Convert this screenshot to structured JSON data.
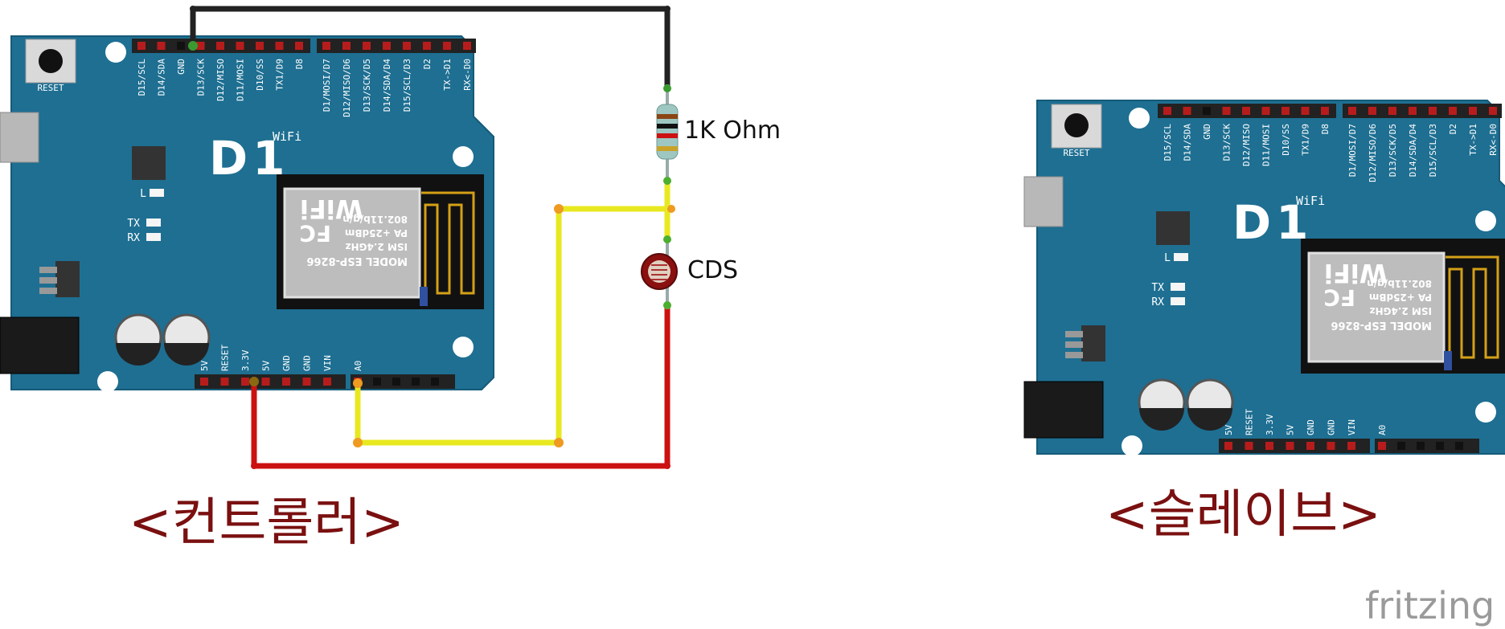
{
  "colors": {
    "board": "#1e6f92",
    "board_edge": "#165a78",
    "wire_black": "#222222",
    "wire_yellow": "#e8e820",
    "wire_red": "#cc1111",
    "caption": "#7a1010",
    "header_pin": "#b71c1c"
  },
  "controller": {
    "reset_label": "RESET",
    "logo": "D1",
    "logo_sub": "WiFi",
    "led_l": "L",
    "led_tx": "TX",
    "led_rx": "RX",
    "top_pins_left": [
      "D15/SCL",
      "D14/SDA",
      "GND",
      "D13/SCK",
      "D12/MISO",
      "D11/MOSI",
      "D10/SS",
      "TX1/D9",
      "D8"
    ],
    "top_pins_right": [
      "D1/MOSI/D7",
      "D12/MISO/D6",
      "D13/SCK/D5",
      "D14/SDA/D4",
      "D15/SCL/D3",
      "D2",
      "TX->D1",
      "RX<-D0"
    ],
    "bottom_pins_power": [
      "5V",
      "RESET",
      "3.3V",
      "5V",
      "GND",
      "GND",
      "VIN"
    ],
    "bottom_pins_analog": [
      "A0"
    ],
    "module": {
      "model": "MODEL  ESP-8266",
      "band": "ISM 2.4GHz",
      "power": "PA +25dBm",
      "proto": "802.11b/g/n",
      "wifi": "WiFi",
      "fc": "FC"
    },
    "caption": "<컨트롤러>"
  },
  "slave": {
    "reset_label": "RESET",
    "logo": "D1",
    "logo_sub": "WiFi",
    "led_l": "L",
    "led_tx": "TX",
    "led_rx": "RX",
    "top_pins_left": [
      "D15/SCL",
      "D14/SDA",
      "GND",
      "D13/SCK",
      "D12/MISO",
      "D11/MOSI",
      "D10/SS",
      "TX1/D9",
      "D8"
    ],
    "top_pins_right": [
      "D1/MOSI/D7",
      "D12/MISO/D6",
      "D13/SCK/D5",
      "D14/SDA/D4",
      "D15/SCL/D3",
      "D2",
      "TX->D1",
      "RX<-D0"
    ],
    "bottom_pins_power": [
      "5V",
      "RESET",
      "3.3V",
      "5V",
      "GND",
      "GND",
      "VIN"
    ],
    "bottom_pins_analog": [
      "A0"
    ],
    "module": {
      "model": "MODEL  ESP-8266",
      "band": "ISM 2.4GHz",
      "power": "PA +25dBm",
      "proto": "802.11b/g/n",
      "wifi": "WiFi",
      "fc": "FC"
    },
    "caption": "<슬레이브>"
  },
  "components": {
    "resistor_label": "1K Ohm",
    "cds_label": "CDS"
  },
  "watermark": "fritzing"
}
